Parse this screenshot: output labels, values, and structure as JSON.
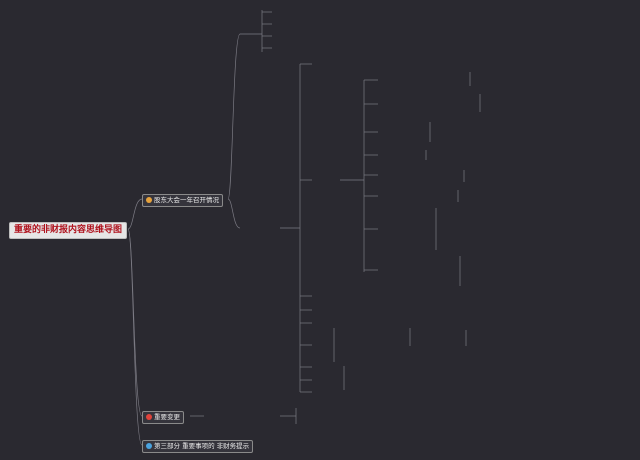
{
  "root": "重要的非财报内容思维导图",
  "main": [
    {
      "label": "股东大会一年召开情况",
      "icon": "trophy-icon",
      "icon_color": "#e6a23c"
    },
    {
      "label": "重要变更",
      "icon": "warning-icon",
      "icon_color": "#e0433b"
    },
    {
      "label": "第三部分 重要事项的 非财务提示",
      "icon": "star-icon",
      "icon_color": "#4aa3df"
    }
  ],
  "colors": {
    "bg": "#2a2930",
    "line": "#7c7b84",
    "text": "#9b9aa3"
  }
}
